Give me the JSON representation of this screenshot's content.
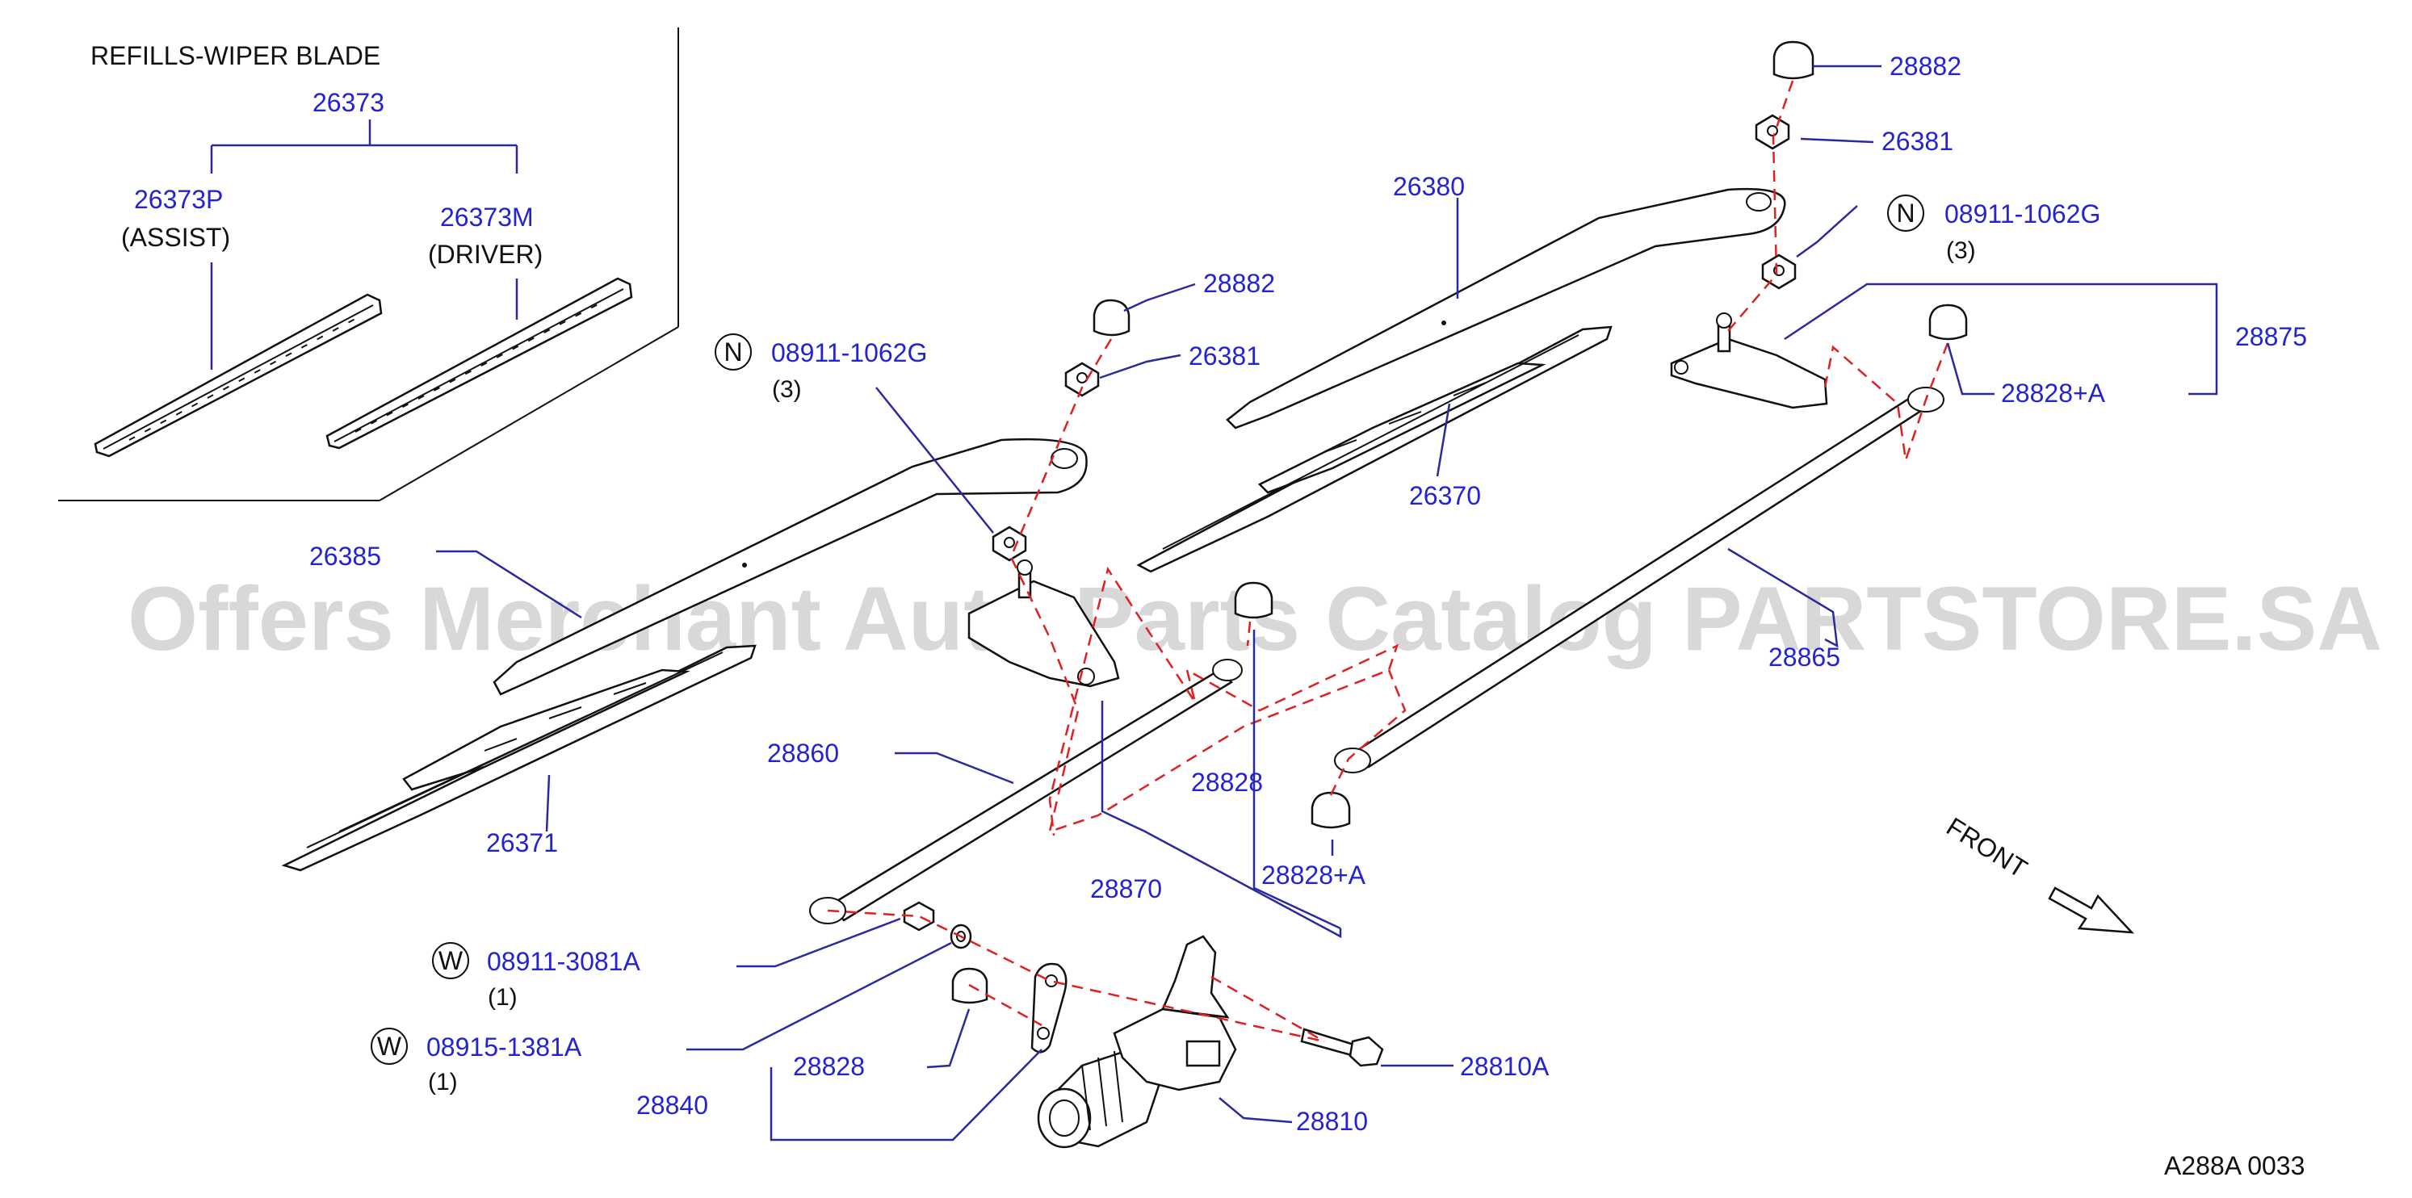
{
  "refills": {
    "title": "REFILLS-WIPER   BLADE",
    "group_code": "26373",
    "assist_code": "26373P",
    "assist_text": "(ASSIST)",
    "driver_code": "26373M",
    "driver_text": "(DRIVER)"
  },
  "watermark": "Offers Merchant Auto Parts Catalog PARTSTORE.SA",
  "labels": {
    "p26385": "26385",
    "p26371": "26371",
    "p28860": "28860",
    "p28870": "28870",
    "p28828_mid": "28828",
    "p28828A_mid": "28828+A",
    "p28882_left": "28882",
    "p26381_left": "26381",
    "p26380": "26380",
    "p26370": "26370",
    "p28882_right": "28882",
    "p26381_right": "26381",
    "p28875": "28875",
    "p28828A_right": "28828+A",
    "p28865": "28865",
    "p28828_bottom": "28828",
    "p28840": "28840",
    "p28810": "28810",
    "p28810A": "28810A"
  },
  "callouts": {
    "nut_left": {
      "badge": "N",
      "code": "08911-1062G",
      "qty": "(3)"
    },
    "nut_right": {
      "badge": "N",
      "code": "08911-1062G",
      "qty": "(3)"
    },
    "washer1": {
      "badge": "W",
      "code": "08911-3081A",
      "qty": "(1)"
    },
    "washer2": {
      "badge": "W",
      "code": "08915-1381A",
      "qty": "(1)"
    }
  },
  "front_label": "FRONT",
  "diagram_code": "A288A   0033",
  "colors": {
    "label": "#2323d4",
    "leader": "#2a2a9e",
    "dashed": "#e02020",
    "line": "#111111"
  }
}
